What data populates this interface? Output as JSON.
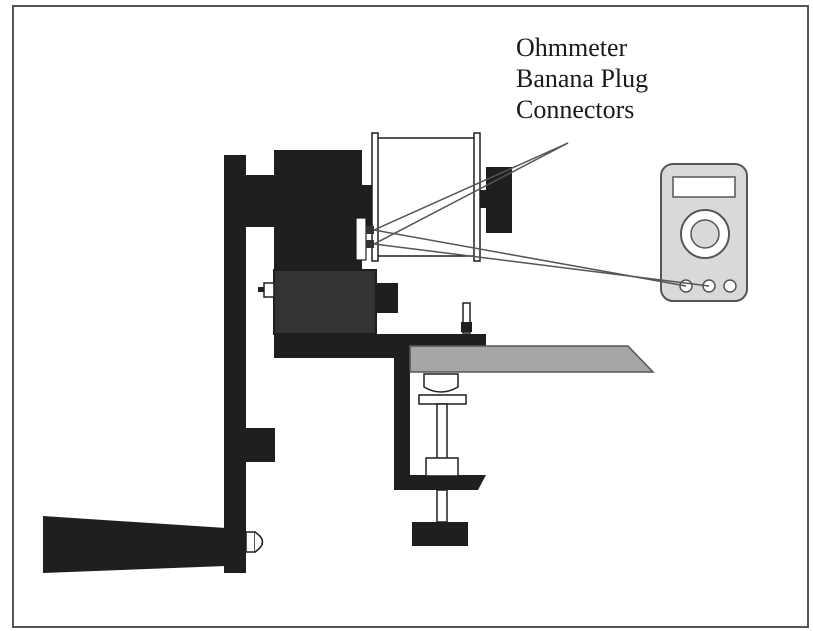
{
  "labels": {
    "lines": [
      "Ohmmeter",
      "Banana Plug",
      "Connectors"
    ]
  },
  "colors": {
    "dark": "#1f1f1f",
    "medium_dark": "#333333",
    "gray": "#a6a6a6",
    "meter_body": "#d9d9d9",
    "white": "#ffffff",
    "border": "#555555",
    "wire": "#555555"
  }
}
